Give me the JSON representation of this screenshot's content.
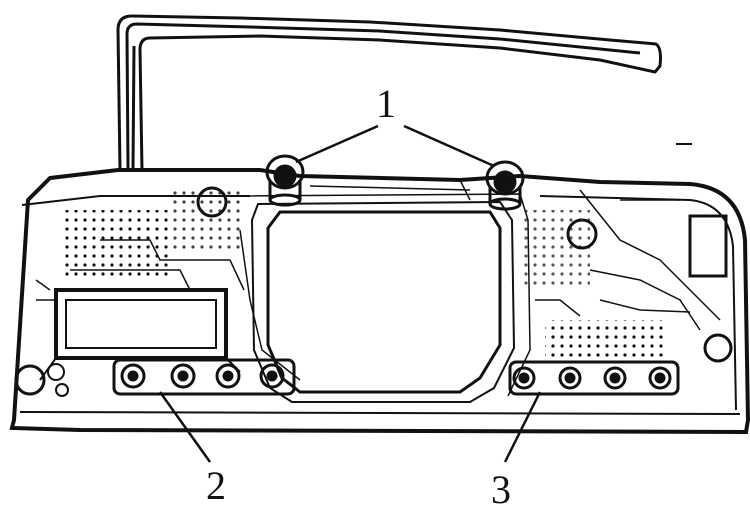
{
  "figure": {
    "callouts": [
      {
        "label": "1",
        "target": "mounting-screws"
      },
      {
        "label": "2",
        "target": "left-button-contacts"
      },
      {
        "label": "3",
        "target": "right-button-contacts"
      }
    ]
  },
  "colors": {
    "ink": "#111111",
    "paper": "#ffffff"
  }
}
